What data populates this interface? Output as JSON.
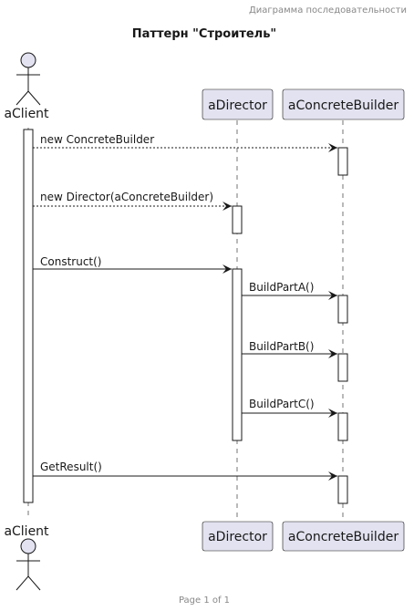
{
  "header": {
    "caption": "Диаграмма последовательности",
    "title": "Паттерн \"Строитель\""
  },
  "footer": {
    "page_label": "Page 1 of 1"
  },
  "participants": {
    "client": {
      "label": "aClient",
      "kind": "actor"
    },
    "director": {
      "label": "aDirector",
      "kind": "participant"
    },
    "builder": {
      "label": "aConcreteBuilder",
      "kind": "participant"
    }
  },
  "messages": [
    {
      "from": "client",
      "to": "builder",
      "label": "new ConcreteBuilder",
      "style": "dashed"
    },
    {
      "from": "client",
      "to": "director",
      "label": "new Director(aConcreteBuilder)",
      "style": "dashed"
    },
    {
      "from": "client",
      "to": "director",
      "label": "Construct()",
      "style": "solid"
    },
    {
      "from": "director",
      "to": "builder",
      "label": "BuildPartA()",
      "style": "solid"
    },
    {
      "from": "director",
      "to": "builder",
      "label": "BuildPartB()",
      "style": "solid"
    },
    {
      "from": "director",
      "to": "builder",
      "label": "BuildPartC()",
      "style": "solid"
    },
    {
      "from": "client",
      "to": "builder",
      "label": "GetResult()",
      "style": "solid"
    }
  ],
  "colors": {
    "participant_fill": "#E2E2F0",
    "participant_border": "#181818",
    "lifeline": "#181818",
    "activation_fill": "#FFFFFF",
    "text": "#181818",
    "muted_text": "#888888"
  }
}
